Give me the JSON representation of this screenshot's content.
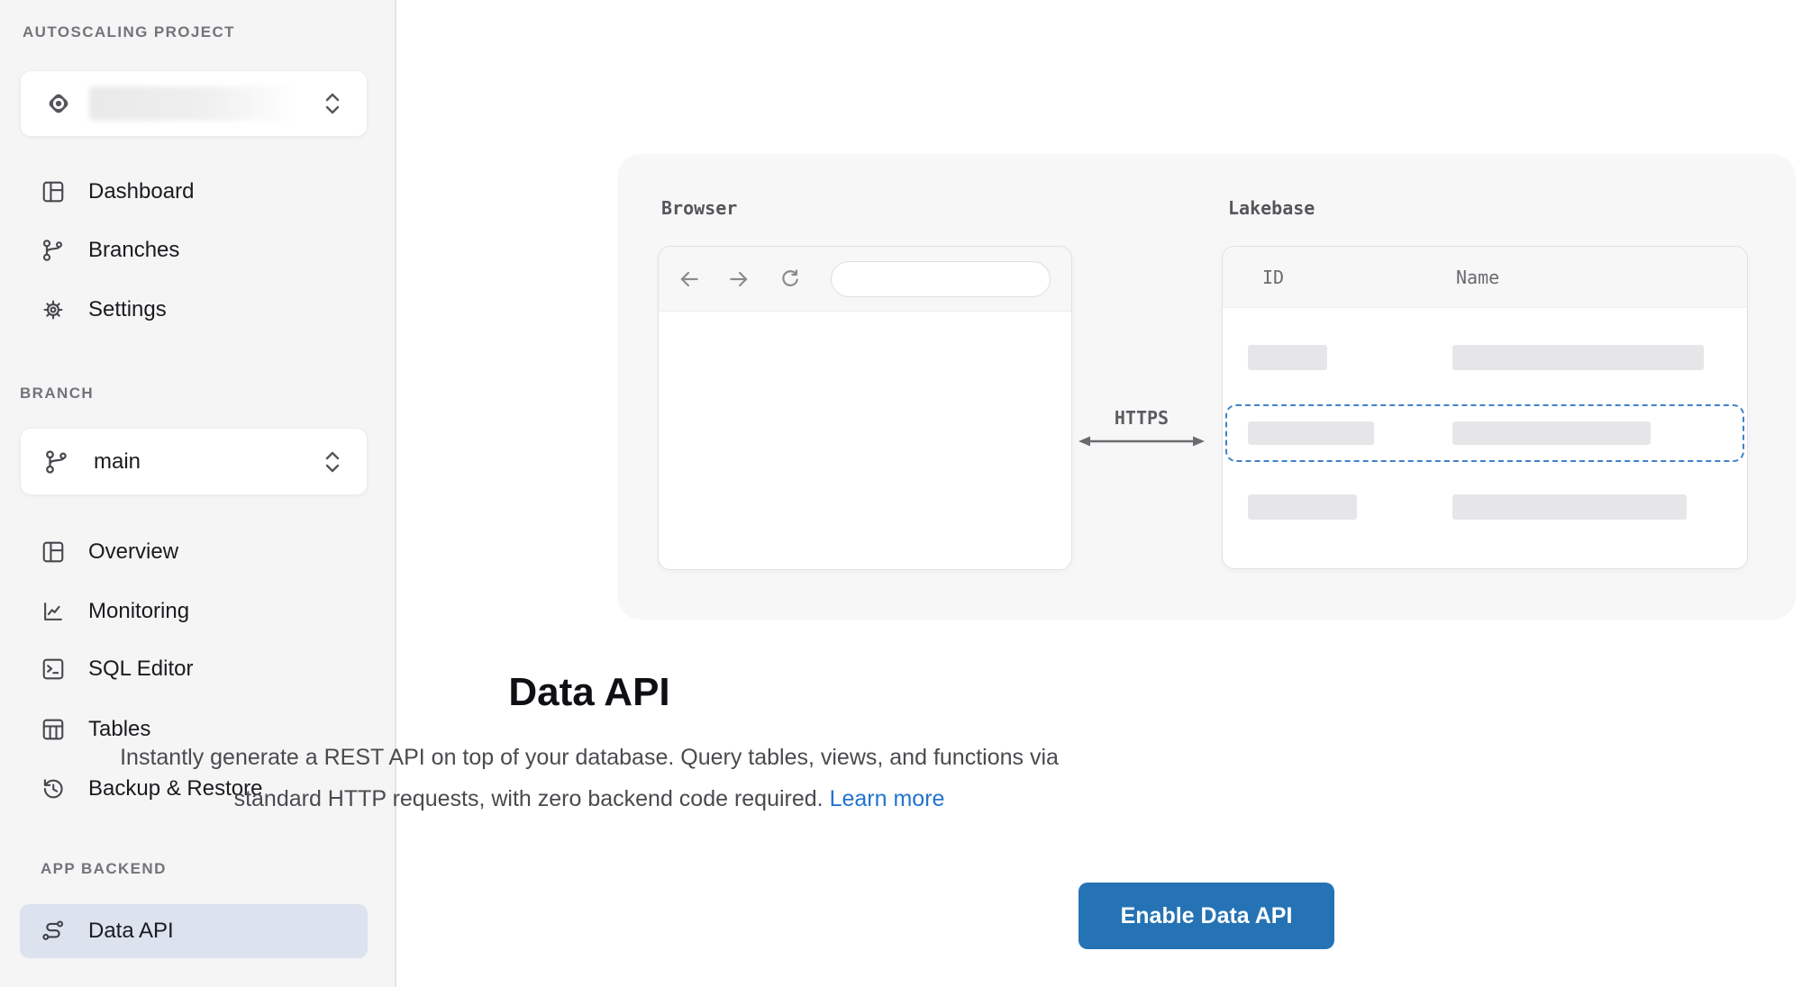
{
  "sidebar": {
    "sections": {
      "project_label": "AUTOSCALING PROJECT",
      "branch_label": "BRANCH",
      "app_backend_label": "APP BACKEND"
    },
    "branch_selector": {
      "value": "main"
    },
    "nav_project": [
      {
        "label": "Dashboard"
      },
      {
        "label": "Branches"
      },
      {
        "label": "Settings"
      }
    ],
    "nav_branch": [
      {
        "label": "Overview"
      },
      {
        "label": "Monitoring"
      },
      {
        "label": "SQL Editor"
      },
      {
        "label": "Tables"
      },
      {
        "label": "Backup & Restore"
      }
    ],
    "nav_app_backend": [
      {
        "label": "Data API",
        "selected": true
      }
    ]
  },
  "main": {
    "diagram": {
      "browser_label": "Browser",
      "lakebase_label": "Lakebase",
      "connection_label": "HTTPS",
      "table_columns": [
        "ID",
        "Name"
      ]
    },
    "title": "Data API",
    "description_line1": "Instantly generate a REST API on top of your database. Query tables, views, and functions via",
    "description_line2": "standard HTTP requests, with zero backend code required.",
    "learn_more_label": "Learn more",
    "enable_button_label": "Enable Data API"
  },
  "colors": {
    "accent_button": "#2573b4",
    "link": "#2273cf",
    "selected_item_bg": "#dce3ef",
    "dashed_highlight": "#3f83c9",
    "sidebar_bg": "#f5f5f6",
    "panel_bg": "#f7f7f8"
  }
}
